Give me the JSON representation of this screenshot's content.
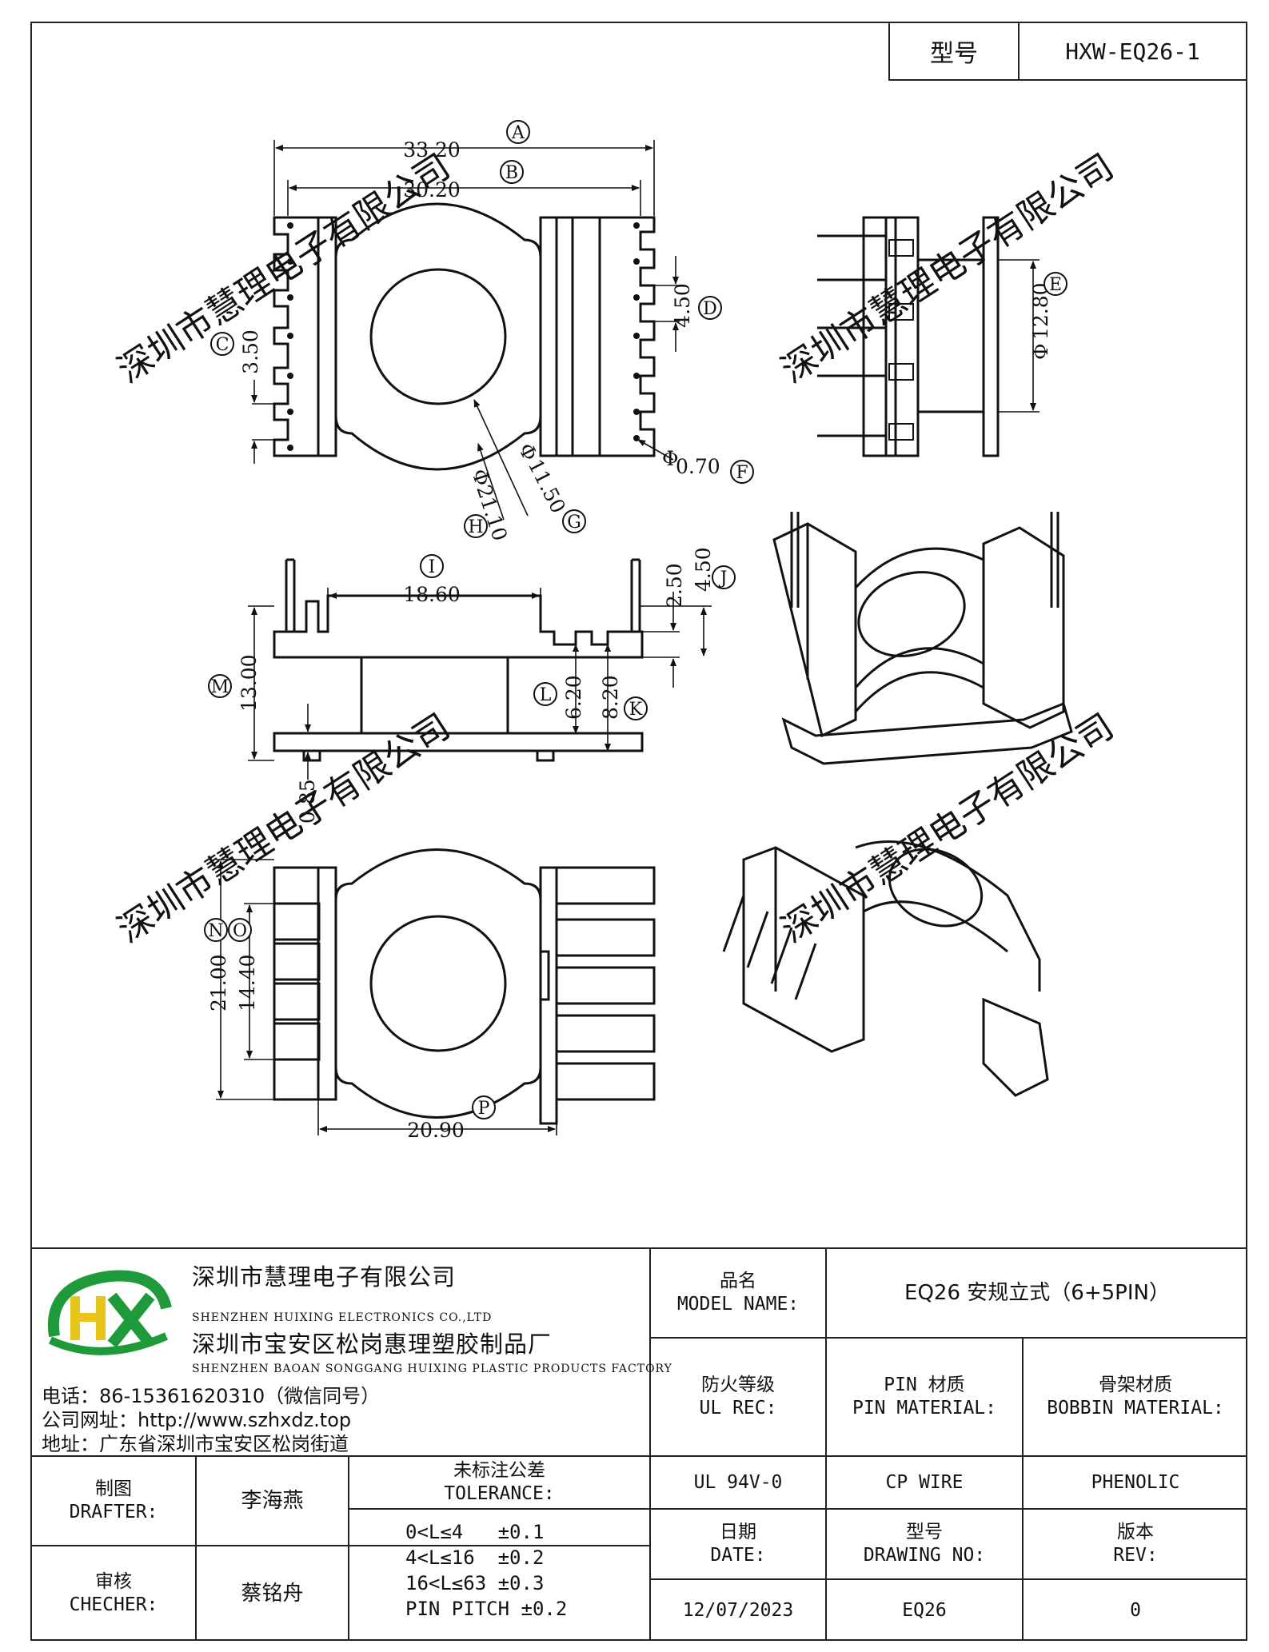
{
  "header": {
    "model_label": "型号",
    "model_value": "HXW-EQ26-1"
  },
  "dimensions": {
    "A": "33.20",
    "B": "30.20",
    "C": "3.50",
    "D": "4.50",
    "E": "12.80",
    "F": "0.70",
    "G": "11.50",
    "H": "21.10",
    "I": "18.60",
    "J1": "2.50",
    "J2": "4.50",
    "K": "8.20",
    "L": "6.20",
    "M": "13.00",
    "bottom": "0.85",
    "N": "21.00",
    "O": "14.40",
    "P": "20.90",
    "E_prefix": "Φ",
    "F_prefix": "Φ",
    "G_prefix": "Φ",
    "H_prefix": "Φ"
  },
  "markers": [
    "A",
    "B",
    "C",
    "D",
    "E",
    "F",
    "G",
    "H",
    "I",
    "J",
    "K",
    "L",
    "M",
    "N",
    "O",
    "P"
  ],
  "watermark": "深圳市慧理电子有限公司",
  "company": {
    "logo_letters": "HX",
    "name_cn": "深圳市慧理电子有限公司",
    "name_en": "SHENZHEN HUIXING ELECTRONICS CO.,LTD",
    "factory_cn": "深圳市宝安区松岗惠理塑胶制品厂",
    "factory_en": "SHENZHEN BAOAN SONGGANG HUIXING PLASTIC PRODUCTS FACTORY",
    "phone": "电话：86-15361620310（微信同号）",
    "website": "公司网址：http://www.szhxdz.top",
    "address": "地址：广东省深圳市宝安区松岗街道"
  },
  "title_block": {
    "product_name_cn": "品名",
    "product_name_en": "MODEL NAME:",
    "product_name_value": "EQ26 安规立式（6+5PIN）",
    "fire_cn": "防火等级",
    "fire_en": "UL REC:",
    "fire_value": "UL 94V-0",
    "pin_cn": "PIN 材质",
    "pin_en": "PIN MATERIAL:",
    "pin_value": "CP WIRE",
    "bobbin_cn": "骨架材质",
    "bobbin_en": "BOBBIN MATERIAL:",
    "bobbin_value": "PHENOLIC",
    "drafter_cn": "制图",
    "drafter_en": "DRAFTER:",
    "drafter_value": "李海燕",
    "checker_cn": "审核",
    "checker_en": "CHECHER:",
    "checker_value": "蔡铭舟",
    "tol_cn": "未标注公差",
    "tol_en": "TOLERANCE:",
    "tol_lines": [
      "0<L≤4   ±0.1",
      "4<L≤16  ±0.2",
      "16<L≤63 ±0.3",
      "PIN PITCH ±0.2"
    ],
    "date_cn": "日期",
    "date_en": "DATE:",
    "date_value": "12/07/2023",
    "drawing_cn": "型号",
    "drawing_en": "DRAWING NO:",
    "drawing_value": "EQ26",
    "rev_cn": "版本",
    "rev_en": "REV:",
    "rev_value": "0"
  },
  "colors": {
    "logo_green": "#1f9a3a",
    "logo_yellow": "#e8c51a",
    "line": "#222222"
  }
}
